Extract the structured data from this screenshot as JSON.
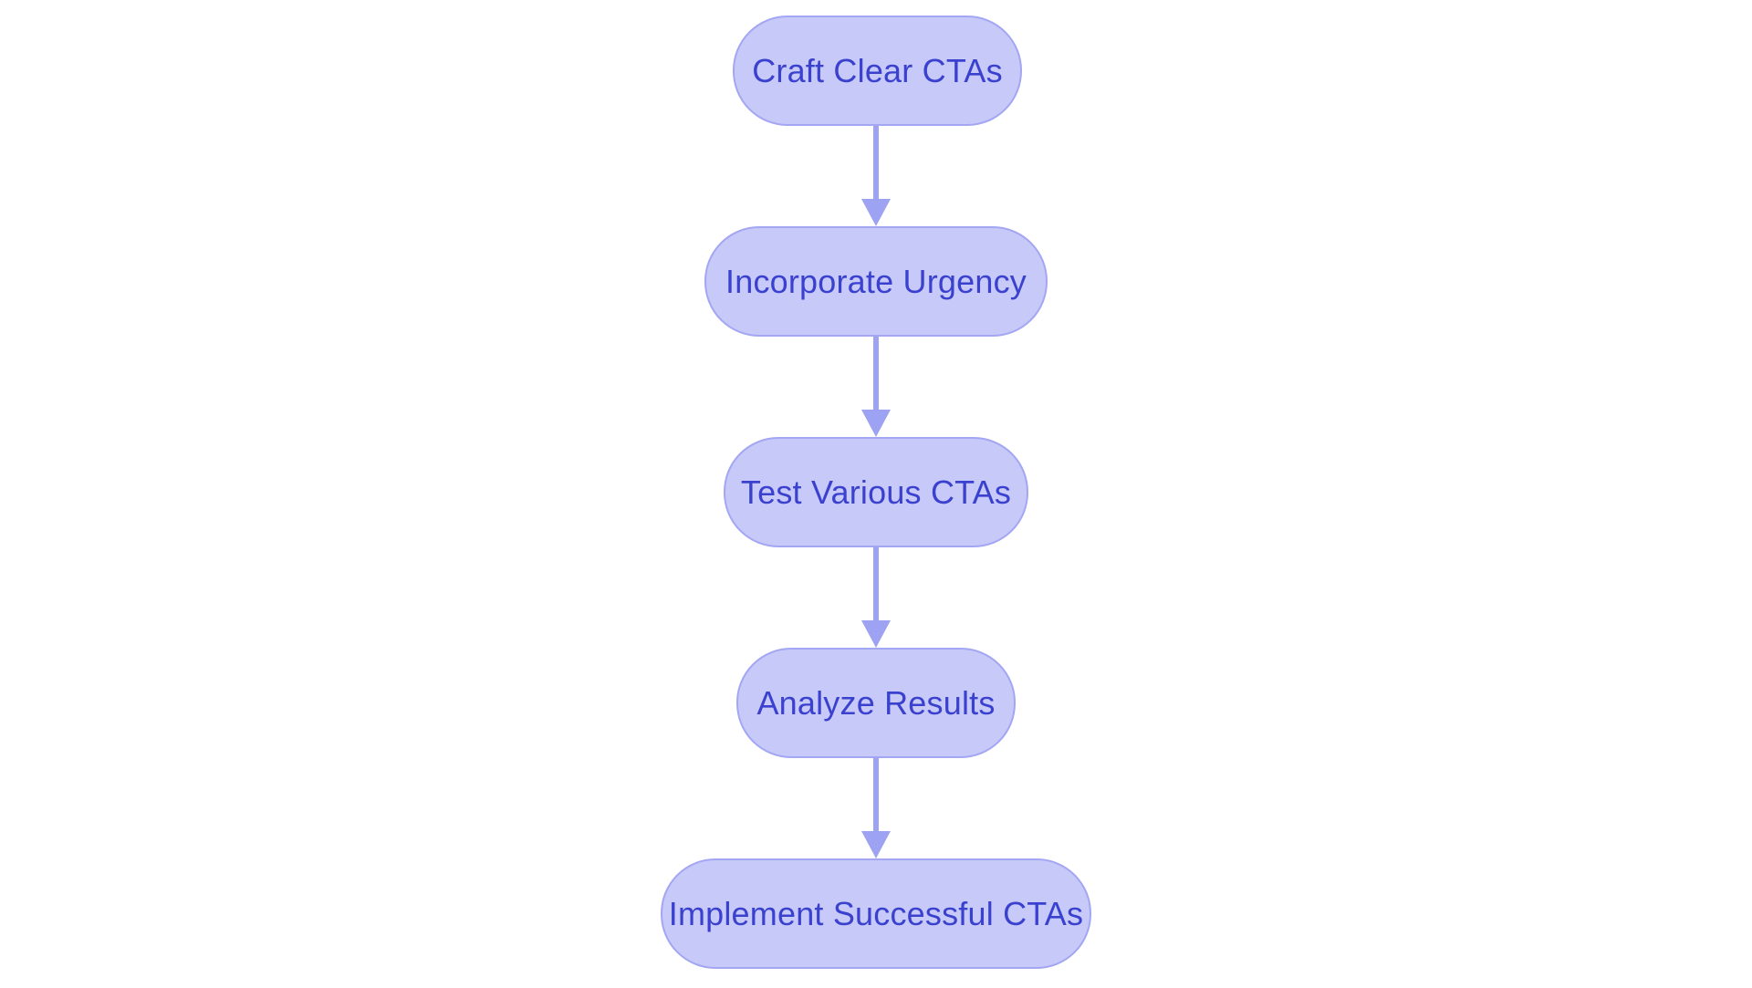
{
  "diagram": {
    "type": "flowchart",
    "direction": "top-down",
    "nodes": [
      {
        "id": 0,
        "label": "Craft Clear CTAs"
      },
      {
        "id": 1,
        "label": "Incorporate Urgency"
      },
      {
        "id": 2,
        "label": "Test Various CTAs"
      },
      {
        "id": 3,
        "label": "Analyze Results"
      },
      {
        "id": 4,
        "label": "Implement Successful CTAs"
      }
    ],
    "edges": [
      {
        "from": 0,
        "to": 1
      },
      {
        "from": 1,
        "to": 2
      },
      {
        "from": 2,
        "to": 3
      },
      {
        "from": 3,
        "to": 4
      }
    ],
    "colors": {
      "bg": "#ffffff",
      "node_fill": "#c7c9f8",
      "node_border": "#a3a6f3",
      "node_text": "#3a41ce",
      "arrow": "#9ea2f2"
    }
  }
}
